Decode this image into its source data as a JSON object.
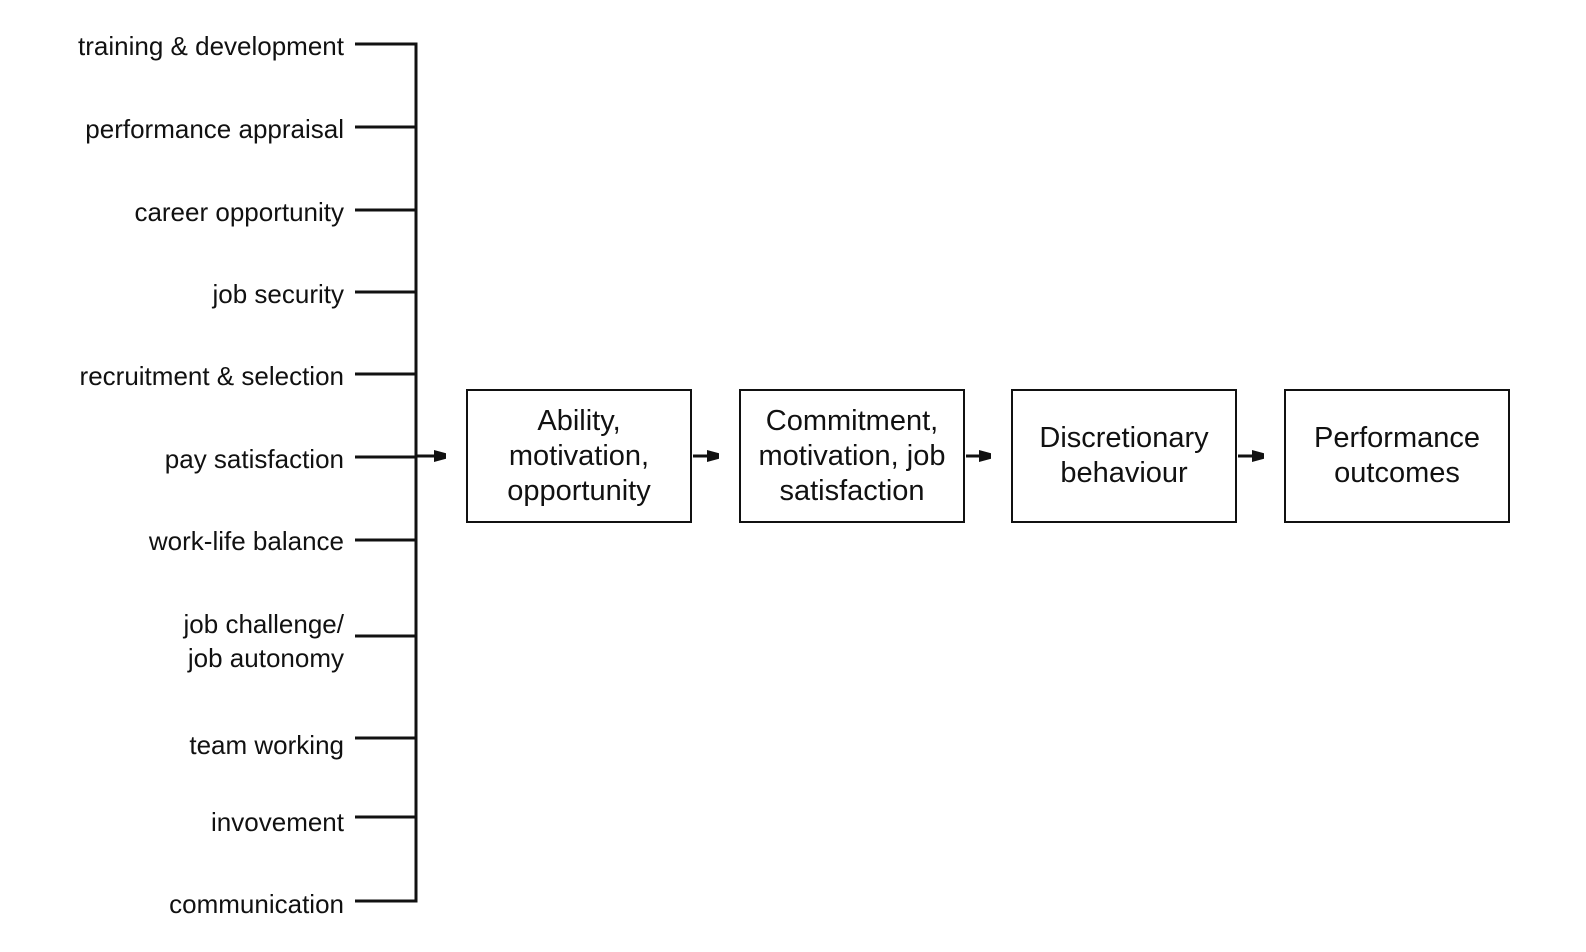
{
  "factors": [
    "training & development",
    "performance appraisal",
    "career opportunity",
    "job security",
    "recruitment & selection",
    "pay satisfaction",
    "work-life balance",
    "job challenge/\njob autonomy",
    "team working",
    "invovement",
    "communication"
  ],
  "stages": [
    "Ability,\nmotivation,\nopportunity",
    "Commitment,\nmotivation, job\nsatisfaction",
    "Discretionary\nbehaviour",
    "Performance\noutcomes"
  ],
  "colors": {
    "line": "#111111",
    "text": "#111111",
    "background": "#ffffff"
  }
}
